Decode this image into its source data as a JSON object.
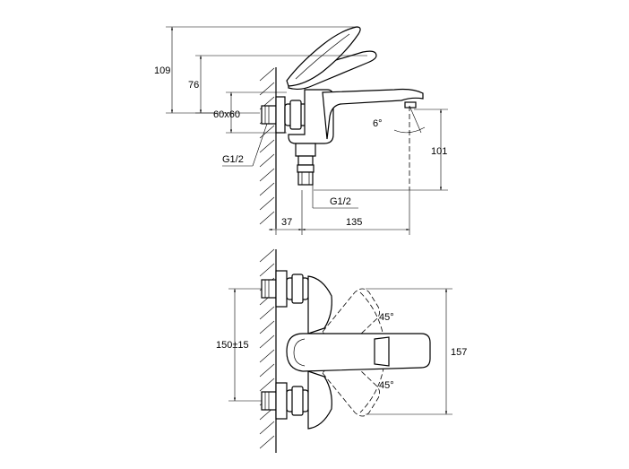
{
  "side_view": {
    "dim_height_total": "109",
    "dim_height_spout": "76",
    "dim_flange": "60x60",
    "dim_inlet_thread": "G1/2",
    "dim_angle": "6°",
    "dim_outlet_height": "101",
    "dim_outlet_thread": "G1/2",
    "dim_wall_offset": "37",
    "dim_spout_reach": "135"
  },
  "top_view": {
    "dim_centers": "150±15",
    "dim_angle_upper": "45°",
    "dim_angle_lower": "45°",
    "dim_width": "157"
  }
}
